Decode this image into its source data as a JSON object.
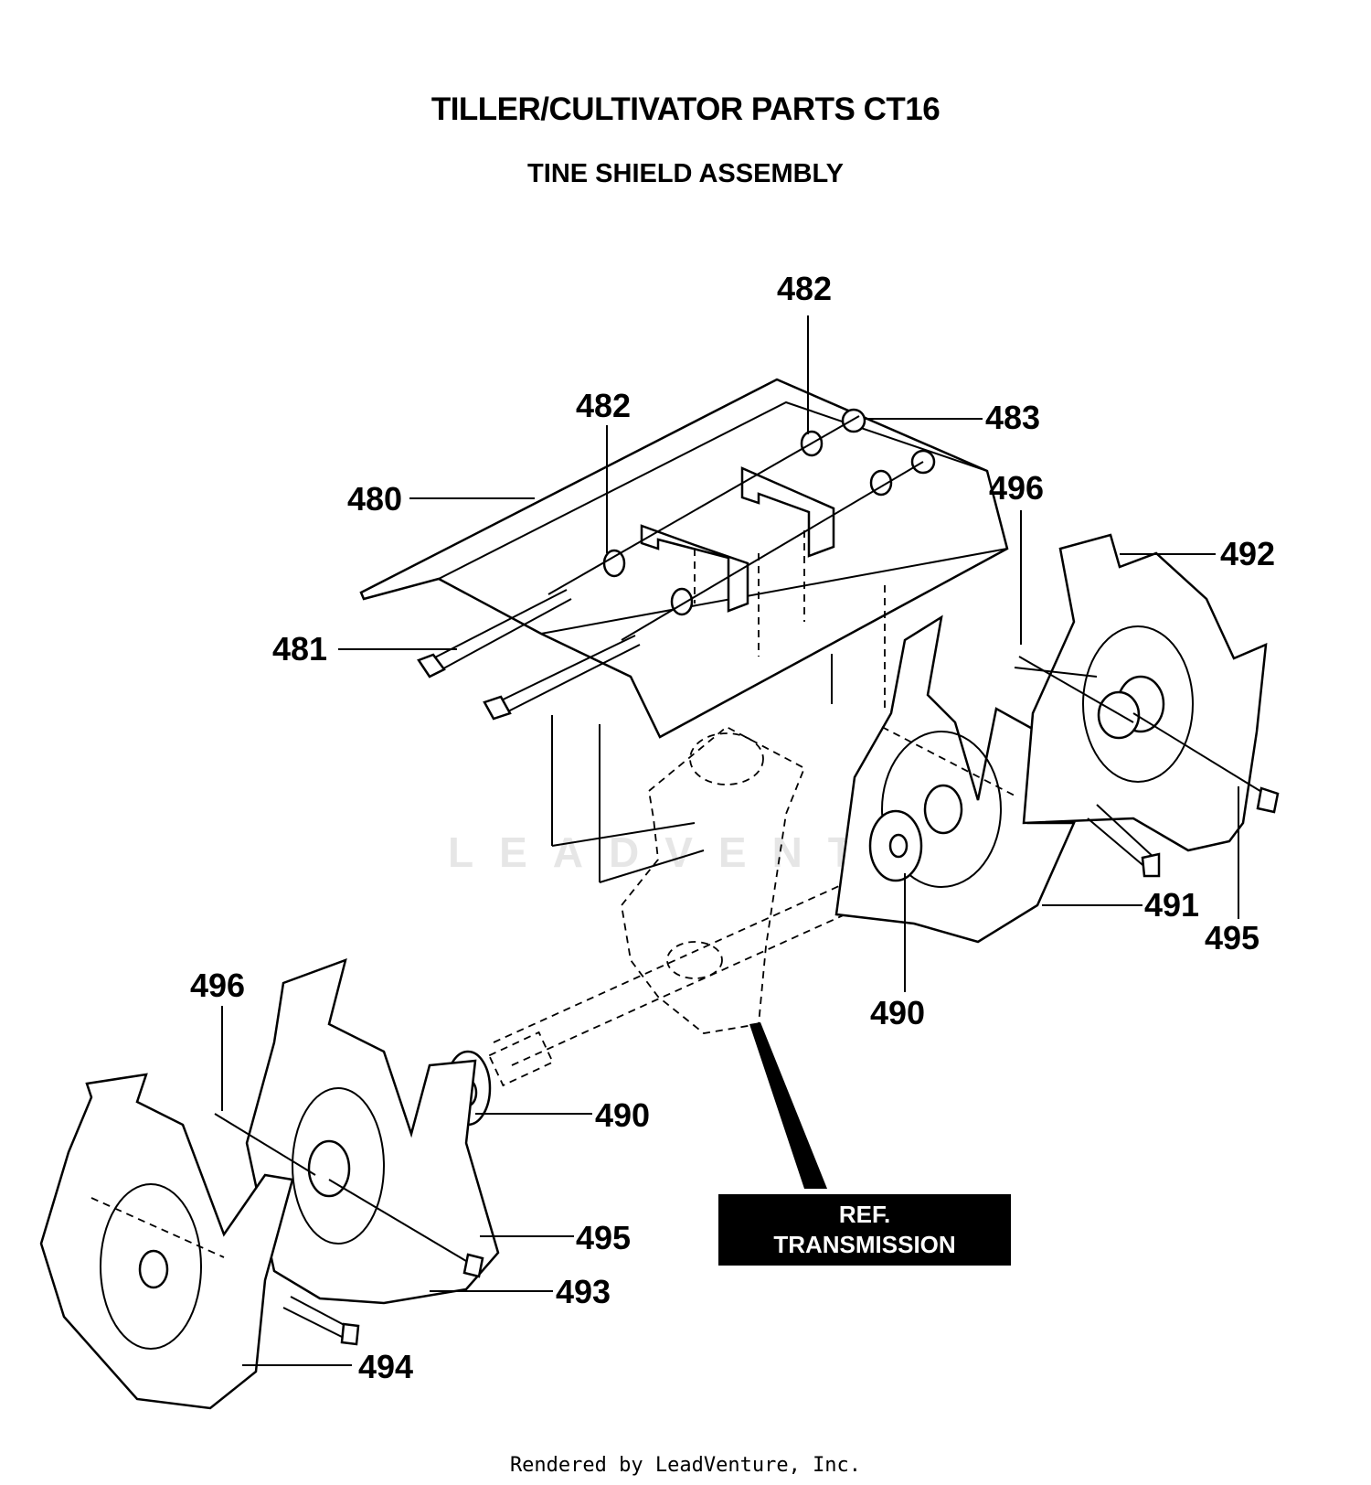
{
  "header": {
    "title": "TILLER/CULTIVATOR PARTS CT16",
    "subtitle": "TINE SHIELD ASSEMBLY"
  },
  "watermark": "LEADVENTURE",
  "callouts": {
    "c482_top": "482",
    "c482_mid": "482",
    "c483": "483",
    "c480": "480",
    "c481": "481",
    "c496_right": "496",
    "c492": "492",
    "c491": "491",
    "c495_right": "495",
    "c490_right": "490",
    "c496_left": "496",
    "c490_left": "490",
    "c495_left": "495",
    "c493": "493",
    "c494": "494"
  },
  "reference_box": {
    "line1": "REF.",
    "line2": "TRANSMISSION"
  },
  "footer": "Rendered by LeadVenture, Inc."
}
